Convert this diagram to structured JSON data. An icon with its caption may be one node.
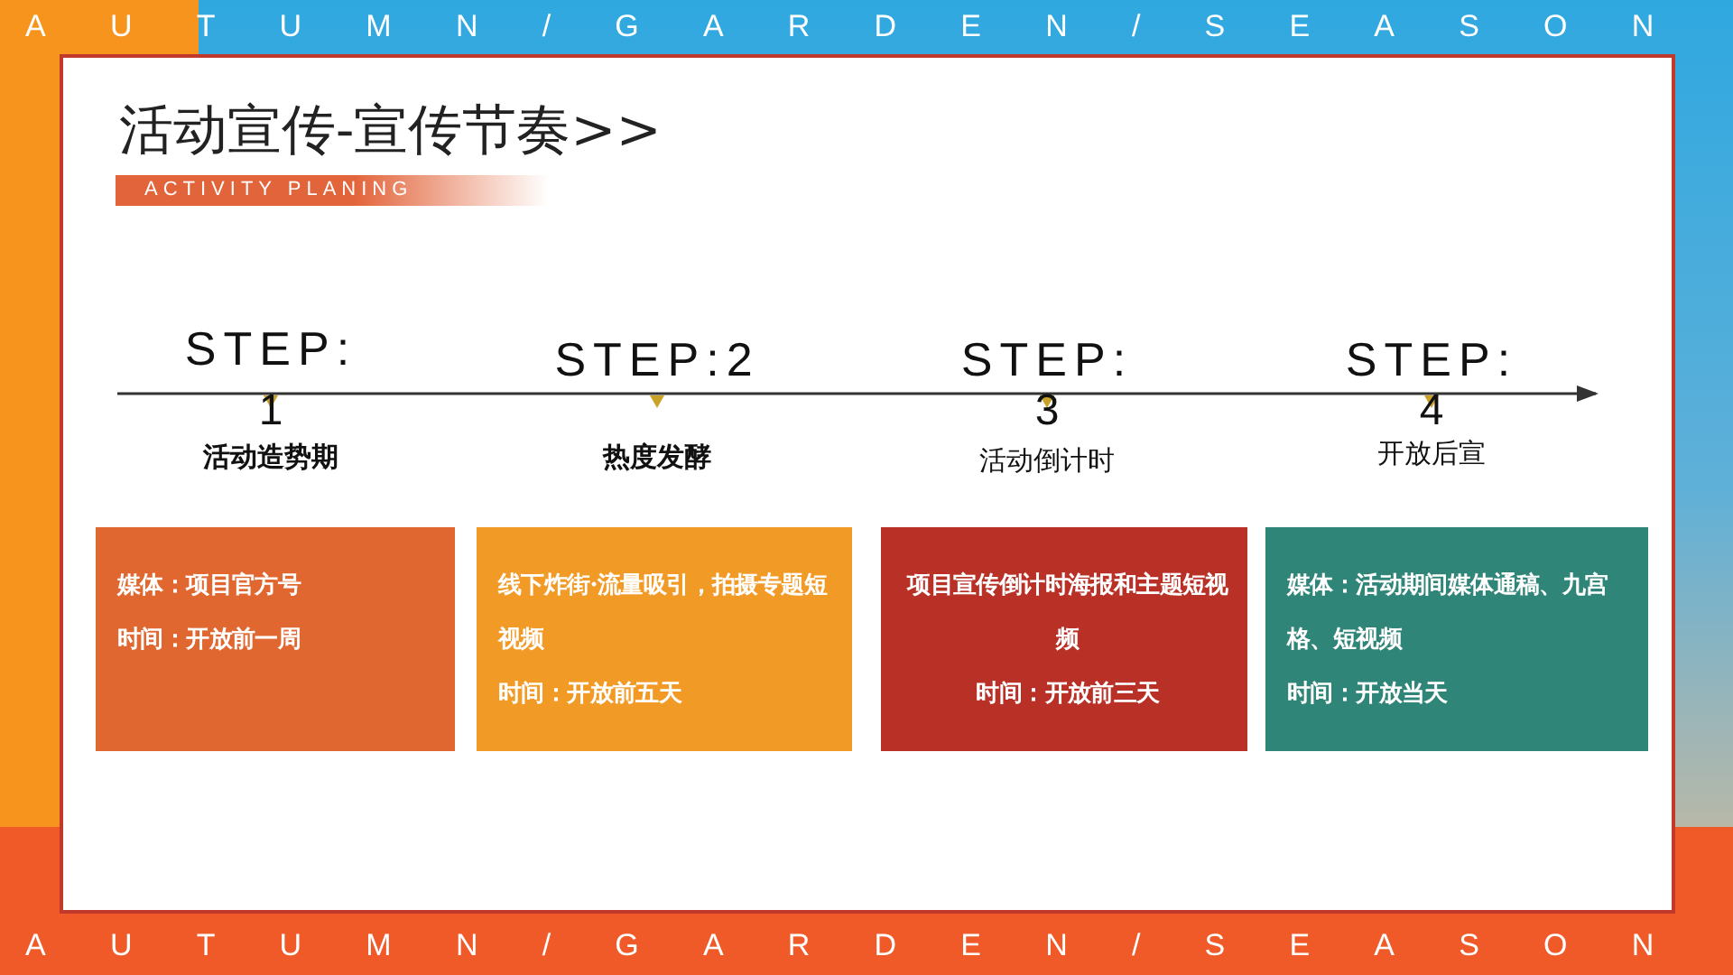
{
  "diagram": {
    "title": "活动宣传-宣传节奏>>",
    "nodes": [
      {
        "text": [
          "媒体：项目官方号",
          "时间：开放前一周"
        ]
      },
      {
        "text": [
          "线下炸街·流量吸引，拍摄专题短视频",
          "时间：开放前五天"
        ]
      },
      {
        "text": [
          "项目宣传倒计时海报和主题短视频",
          "时间：开放前三天"
        ]
      },
      {
        "text": [
          "媒体：活动期间媒体通稿、九宫格、短视频",
          "时间：开放当天"
        ]
      }
    ],
    "labels": [
      "AUTUMN/GARDEN/SEASON",
      "ACTIVITY PLANING",
      "STEP:",
      "1",
      "活动造势期",
      "STEP:2",
      "热度发酵",
      "STEP:",
      "3",
      "活动倒计时",
      "STEP:",
      "4",
      "开放后宣",
      "AUTUMN/GARDEN/SEASON"
    ]
  }
}
